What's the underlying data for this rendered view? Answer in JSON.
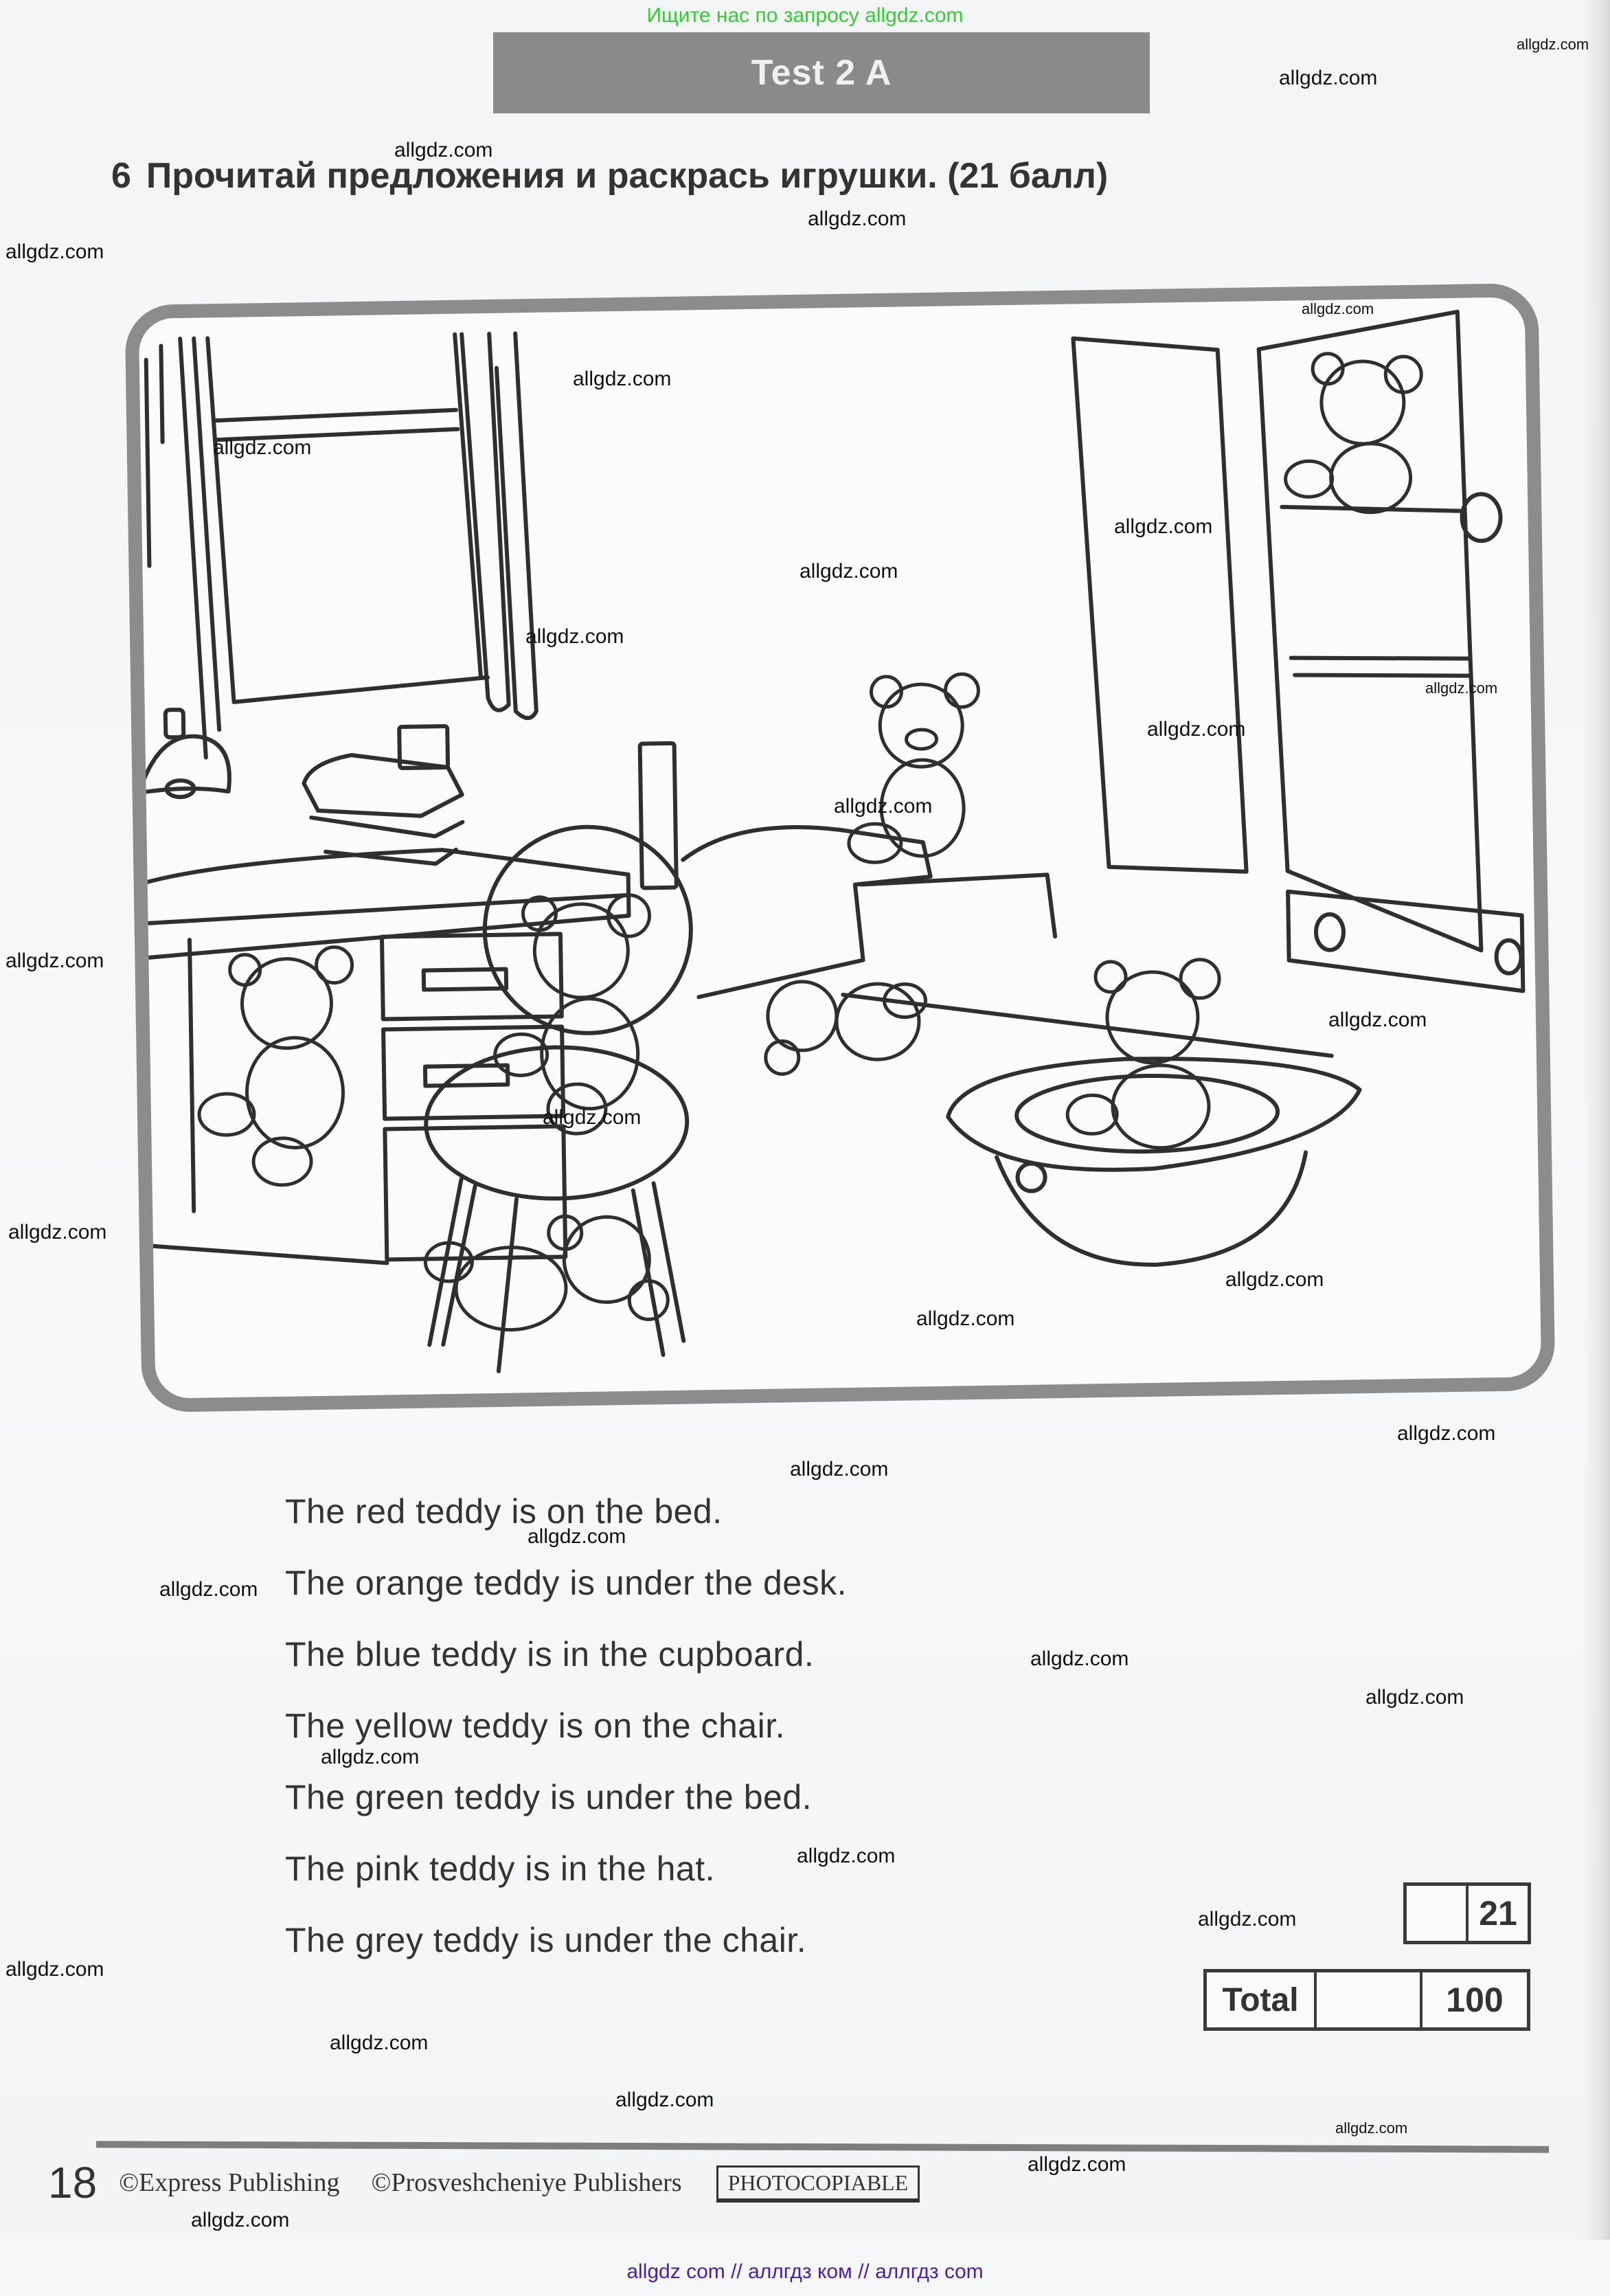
{
  "banners": {
    "top": "Ищите нас по запросу allgdz.com",
    "bottom": "allgdz com  //  аллгдз ком  //  аллгдз com"
  },
  "header": {
    "test_label": "Test 2 A"
  },
  "task": {
    "number": "6",
    "instruction": "Прочитай предложения и раскрась игрушки. (21 балл)"
  },
  "illustration": {
    "description": "Bedroom scene with seven teddy bears: on the bed, under the desk, in the cupboard, on the chair, under the bed, in the hat, under the chair",
    "objects": [
      "window",
      "curtains",
      "desk lamp",
      "books",
      "desk with drawers",
      "bed",
      "cupboard",
      "chair",
      "hat",
      "teddy bears"
    ]
  },
  "sentences": [
    "The red teddy is on the bed.",
    "The orange teddy is under the desk.",
    "The blue teddy is in the cupboard.",
    "The yellow teddy is on the chair.",
    "The green teddy is under the bed.",
    "The pink teddy is in the hat.",
    "The grey teddy is under the chair."
  ],
  "scoring": {
    "task_points": "21",
    "task_score": "",
    "total_label": "Total",
    "total_score": "",
    "total_points": "100"
  },
  "footer": {
    "page_number": "18",
    "copyright_1": "©Express Publishing",
    "copyright_2": "©Prosveshcheniye Publishers",
    "photocopiable": "PHOTOCOPIABLE"
  },
  "watermarks": {
    "text": "allgdz.com"
  },
  "colors": {
    "top_banner": "#33cc33",
    "bottom_banner": "#4b1fa0",
    "header_bar": "#8a8a8a",
    "frame_border": "#8c8c8c",
    "line_art": "#2f2f2f"
  }
}
